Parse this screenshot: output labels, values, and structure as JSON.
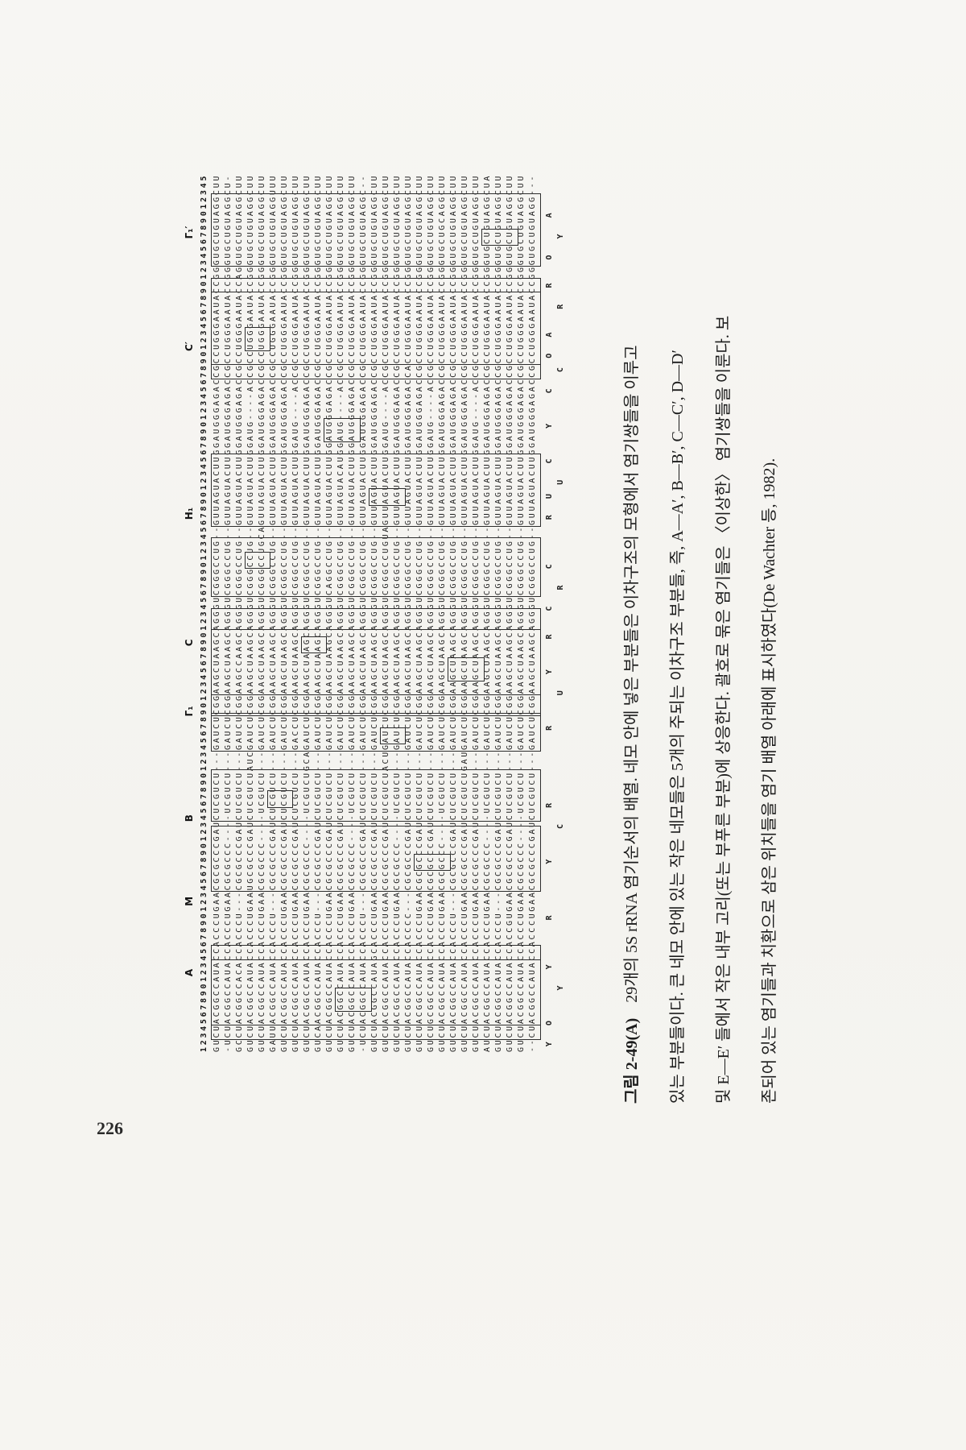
{
  "page": {
    "number": "226"
  },
  "caption": {
    "label": "그림 2-49(A)",
    "lines": [
      "29개의 5S rRNA 염기순서의 배열. 네모 안에 넣은 부분들은 이차구조의 모형에서 염기쌍들을 이루고",
      "있는 부분들이다. 큰 네모 안에 있는 작은 네모들은 5개의 주되는 이차구조 부분들, 즉, A—A′, B—B′, C—C′, D—D′",
      "및 E—E′ 들에서 작은 내부 고리(또는 부푸른 부분)에 상응한다. 괄호로 묶은 염기들은 〈이상한〉 염기쌍들을 이룬다. 보",
      "존되어 있는 염기들과 치환으로 삼은 위치들을 염기 배열 아래에 표시하였다(De Wachter 등, 1982)."
    ],
    "reference": "De Wachter 등, 1982"
  },
  "figure": {
    "ruler": "12345678901234567890123456789012345678901234567890123456789012345678901234567890123456789012345678901234567890123456789012345",
    "section_labels": [
      {
        "t": "A",
        "c": 12
      },
      {
        "t": "M",
        "c": 22
      },
      {
        "t": "B",
        "c": 34
      },
      {
        "t": "Γ₁",
        "c": 49
      },
      {
        "t": "C",
        "c": 59
      },
      {
        "t": "H₁",
        "c": 77
      },
      {
        "t": "C′",
        "c": 101
      },
      {
        "t": "Γ₁′",
        "c": 117
      }
    ],
    "sequences": [
      "GUCUACGGCCAUACCACCCUGAACGCGCCCGAUCUCGUCU---GAUCUCGGAAGCUAAGCAGGGUCGGGCCUG--GUUAGUACUUGGAUGGGAGACCGCCUGGGAAUACCGGGUGCUGUAGGCUU",
      "-UCUACGGCCAUACCACCCUGAACGCGCCC----UCGUCU---GAUCUCGGAAGCUAAGCAGGGUCGGGCCUG--GUUAGUACUUGGAUGGGAGACCGCCUGGGAAUACCGGGUGCUGUAGGCU-",
      "GCCUACGGCCACACCACCCU---CGCGCCCGAUCUCGUCU---GAUCUCGGAAGCCAAGCAGGGUCGGGCCUG--GUUAGUACUUGGAUGGGAGACCGCCUGGGAAUACCAGGUGCUGUAGGCUU",
      "GUCUACGGCCAUACCACCCUGAAUGCGCCCGAUCUCGUCUAUCGAUCUCGGAAGCUAAGCAGGGUCGGGCCUG--GUUAGUACUUGGAUG----ACCGCCUGGGAAUACCGGGUGCUGUAGGCUU",
      "GUCUACGGCCAUACCACCCUGAACGCGCCC----UCGUCU---GAUCUCGGAAGCUAAGCAGGGUCGGGCCUGCAGUUAGUACUUGGAUGGGAGACCGCCUGGGAAUACCGGGUGCUGUAGGCUU",
      "GAUUACGGCCAUACCACCCU---CGCGCCCGAUCUCGUCU---GAUCUCGGAAGCUAAGCAGGGUCGGGCCUG--GUUAGUACUUGGAUGGGAGACCGCCUGGGAAUACCGGGUGCUGUAGGUUU",
      "GUCUACGGCCAUACCACCCUGAACGCGCCCGAUCUCGUCU---GAUCUCGGAAGCUAAGCAGGGUCGGGCCUG--GUUAGUACUUGGAUGGGAGACCGCCUGGGAAUACCGGGUGCUGUAGGCUU",
      "GUCUACGGCCAUACCACCCUGAACGCGCCCGAUCUCGUCU---GACCUCGGAAGCUAAGCAGGGUCGGGCCUG--GUUAGUACUUGGAUG----ACCGCCUGGGAAUACCGGGUGCUGUAGGCUU",
      "GUCUACGGCCAUACCACCCUGAACGCGCCC----UCGUCUGCAGAUCUCGGAAGCUAAGCAGGGUCGGGCCUG--GUUAGUACUUGGAUGGGAGACCGCCUGGGAAUACCGGGUGCUGUAGGCUU",
      "GUCAACGGCCAUACCACCCU---CGCGCCCGAUCUCGUCU---GAUCUCGGAAGCUAAGCAGGGUCGGGCCUG--GUUAGUACUUGGAUGGGAGACCGCCUGGGAAUACCGGGUGCUGUAGGCUU",
      "GUCUACGGCCAUACCACCCUGAACGCGCCCGAUCUCGUCU---GAUCUCGGAAGCUAAGCAGGGUCAGGCCUG--GUUAGUACUUGGAUGGGAGACCGCCUGGGAAUACCGGGUGCUGUAGGCUU",
      "GUCUACGGCCAUACCACCCUGAACGCGCCCGAUCUCGUCU---GAUCUCGGAAGCUAAGCAGGGUCGGGCCUG--GUUAGUACAUGGAUG----ACCGCCUGGGAAUACCGGGUGCUGUAGGCUU",
      "GUCUACGGCCAUACCACCCUGAACGCGCCC----UCGUCU---GAUCUCGGAAGCUAAGCAGGGUCGGGCCUG--GUUAGUACUUGGAUGGGAGACCGCCUGGGAAUACCGGGUGCUGUAGGCUU",
      "-UCUACGGCCAUACCACCCU---CGCGCCCGAUCUCGUCU---GAUCUCGGAAGCUAAGCAGGGUCGGGCCUG--GUUAGUACUUGGAUGGGAGACCGCCUGGGAAUACCGGGUGCUGUAGGC--",
      "GUCUACGGCCAUAGCACCCUGAACGCGCCCGAUCUCGUCU---GAUCUCGGAAGCUAAGCAGGGUCGGGCCUG--GUUAGUACUUGGAUGGGAGACCGCCUGGGAAUACCGGGUGCUGUAGGCUU",
      "GUCUACGGCCAUACCACCCUGAACGCGCCCGAUCUCGUCUACUGAUCUCGGAAGCUAAGCAGGGUCGGGCCUGUAGUUAGUACUUGGAUG----ACCGCCUGGGAAUACCGGGUGCUGUAGGCUU",
      "GUCUACGGCCAUACCACCCUGAACGCGCCC----UCGUCU---GAUCUCGGAAGCUAAGCAGGGUCGGGCCUG--GUUAGUACUUGGAUGGGAGACCGCCUGGGAAUACCGGGUGCUGUAGGCUU",
      "GUCUACGGCCAUACCACCCC---CGCGCCCGAUCUCGUCU---GAUCUCGGAAGCUAAGCAGGGUCGGGCCUG--GUUAGUACUUGGAUGGGAGACCACCUGGGAAUACCGGGUGCUGUAGGCUU",
      "GUCUACGGCCAUACCACCCUGAACGCGCCCGAUCUCGUCU---GAUCUCGGAAGCUAAGCAGGGUCGGGCCUG--GUUAGUACUUGGAUGGGAGACCGCCUGGGAAUACCGGGUGCUGUAGGCUU",
      "GUCUGCGGCCAUACCACCCUGAACGCGCCCGAUCUCGUCU---GAUCUCGGAAGCUAAGCAGGGUCGGGCCUG--GUUAGUACUUGGAUG----ACCGCCUGGGAAUACCGGGUGCUGUAGGCUU",
      "GUCUACGGCCAUACCACCCUGAACGCGCCC----UCGUCU---GAUCUCGGAAGCUAAGCAGGGUCGGGCCUG--GUUAGUACUUGGAUGGGAGACCGCCUGGGAAUACCGGGUGCUGCAGGCUU",
      "GUCUACGGCCAUACCACCCU---CGCGCCCGAUCUCGUCU---GAUCUCGGAAGCUAAGCAGGGUCGGGCCUG--GUUAGUACUUGGAUGGGAGACCGCCUGGGAAUACCGGGUGCUGUAGGCUU",
      "GUCUACGGCCAUACCACCCUGAACGCGCCCGAUCUCGUCUGAUGAUCUCGGAAGCUAAGCAGGGUCGGGCCUG--GUUAGUACUUGGAUGGGAGACCGCCUGGGAAUACCGGGUGCUGUAGGCUU",
      "GUCUACGGCCAUACCACCCUGAACGCGCCCGAUCUCGUCU---GAUCUCGGAAGCUAAGCAGGGUCGGGCCUG--GUUAGUACUUGGAUG----ACCGCCUGGGAAUACCGGGUGCUGUAGGCUU",
      "AUCUACGGCCAUACCACCCUGAACGCGCCC----UCGUCU---GAUCUCGGAAGCUAAGCAGGGUCGGGCCUG--GUUAGUACUUGGAUGGGAGACCGCCUGGGAAUACCGGGUGCUGUAGGCUA",
      "GUCUACGGCCAUACCACCCU---CGCGCCCGAUCUCGUCU---GAUCUCGGAAGCUAAGCAGGGUCGGGCCUG--GUUAGUACUUGGAUGGGAGACCGCCUGGGAAUACCGGGUGCUGUAGGCUU",
      "GUCUACGGCCAUACCACCGUGAACGCGCCCGAUCUCGUCU---GAUCUCGGAAGCUAAGCAGGGUCGGGCCUG--GUUAGUACUUGGAUGGGAGACCGCCUGGGAAUACCGGGUGCUGUAGGCUU",
      "GUCUACGGCCAUACCACCCUGAACGCGCCC----UCGUCU---GAUCUCGGAAGCUAAGCAGGGUCGGGCCUG--GUUAGUACUUGGAUGGGAGACCGCCUGGGAAUACCGGGUGCUGUAGGCUU",
      "--CUACGGCCAUACCACCCUGAACGCGCCCGAUCUCGUCU---GAUCUCGGAAGCUAAGCAGGGUCGGGCCUG--GUUAGUACUUGGAUGGGAGACCGCCUGGGAAUACCGGGUGCUGUAGG---"
    ],
    "consensus_row1": [
      {
        "c": 2,
        "t": "Y"
      },
      {
        "c": 5,
        "t": "O"
      },
      {
        "c": 13,
        "t": "Y"
      },
      {
        "c": 20,
        "t": "R"
      },
      {
        "c": 28,
        "t": "Y"
      },
      {
        "c": 36,
        "t": "R"
      },
      {
        "c": 47,
        "t": "R"
      },
      {
        "c": 55,
        "t": "Y"
      },
      {
        "c": 60,
        "t": "R"
      },
      {
        "c": 64,
        "t": "C"
      },
      {
        "c": 70,
        "t": "C"
      },
      {
        "c": 77,
        "t": "R"
      },
      {
        "c": 80,
        "t": "U"
      },
      {
        "c": 85,
        "t": "C"
      },
      {
        "c": 90,
        "t": "Y"
      },
      {
        "c": 95,
        "t": "C"
      },
      {
        "c": 100,
        "t": "O"
      },
      {
        "c": 103,
        "t": "A"
      },
      {
        "c": 110,
        "t": "R"
      },
      {
        "c": 114,
        "t": "O"
      },
      {
        "c": 120,
        "t": "A"
      }
    ],
    "consensus_row2": [
      {
        "c": 10,
        "t": "Y"
      },
      {
        "c": 33,
        "t": "C"
      },
      {
        "c": 52,
        "t": "U"
      },
      {
        "c": 67,
        "t": "R"
      },
      {
        "c": 82,
        "t": "U"
      },
      {
        "c": 98,
        "t": "C"
      },
      {
        "c": 107,
        "t": "R"
      },
      {
        "c": 117,
        "t": "Y"
      }
    ],
    "boxes": [
      {
        "c0": 3,
        "c1": 15,
        "r0": 0,
        "r1": 28
      },
      {
        "c0": 5,
        "c1": 13,
        "r0": 0,
        "r1": 28
      },
      {
        "c0": 24,
        "c1": 32,
        "r0": 0,
        "r1": 28
      },
      {
        "c0": 34,
        "c1": 40,
        "r0": 0,
        "r1": 28
      },
      {
        "c0": 44,
        "c1": 48,
        "r0": 0,
        "r1": 28
      },
      {
        "c0": 49,
        "c1": 63,
        "r0": 0,
        "r1": 28
      },
      {
        "c0": 52,
        "c1": 60,
        "r0": 0,
        "r1": 28
      },
      {
        "c0": 66,
        "c1": 73,
        "r0": 0,
        "r1": 28
      },
      {
        "c0": 76,
        "c1": 85,
        "r0": 0,
        "r1": 28
      },
      {
        "c0": 97,
        "c1": 110,
        "r0": 0,
        "r1": 28
      },
      {
        "c0": 99,
        "c1": 108,
        "r0": 0,
        "r1": 28
      },
      {
        "c0": 113,
        "c1": 122,
        "r0": 0,
        "r1": 28
      },
      {
        "c0": 7,
        "c1": 9,
        "r0": 11,
        "r1": 13
      },
      {
        "c0": 27,
        "c1": 28,
        "r0": 18,
        "r1": 20
      },
      {
        "c0": 36,
        "c1": 37,
        "r0": 5,
        "r1": 6
      },
      {
        "c0": 45,
        "c1": 46,
        "r0": 15,
        "r1": 16
      },
      {
        "c0": 54,
        "c1": 56,
        "r0": 21,
        "r1": 23
      },
      {
        "c0": 58,
        "c1": 59,
        "r0": 8,
        "r1": 9
      },
      {
        "c0": 70,
        "c1": 71,
        "r0": 3,
        "r1": 4
      },
      {
        "c0": 79,
        "c1": 80,
        "r0": 14,
        "r1": 16
      },
      {
        "c0": 88,
        "c1": 90,
        "r0": 10,
        "r1": 12
      },
      {
        "c0": 101,
        "c1": 103,
        "r0": 3,
        "r1": 4
      },
      {
        "c0": 116,
        "c1": 117,
        "r0": 24,
        "r1": 26
      }
    ]
  }
}
